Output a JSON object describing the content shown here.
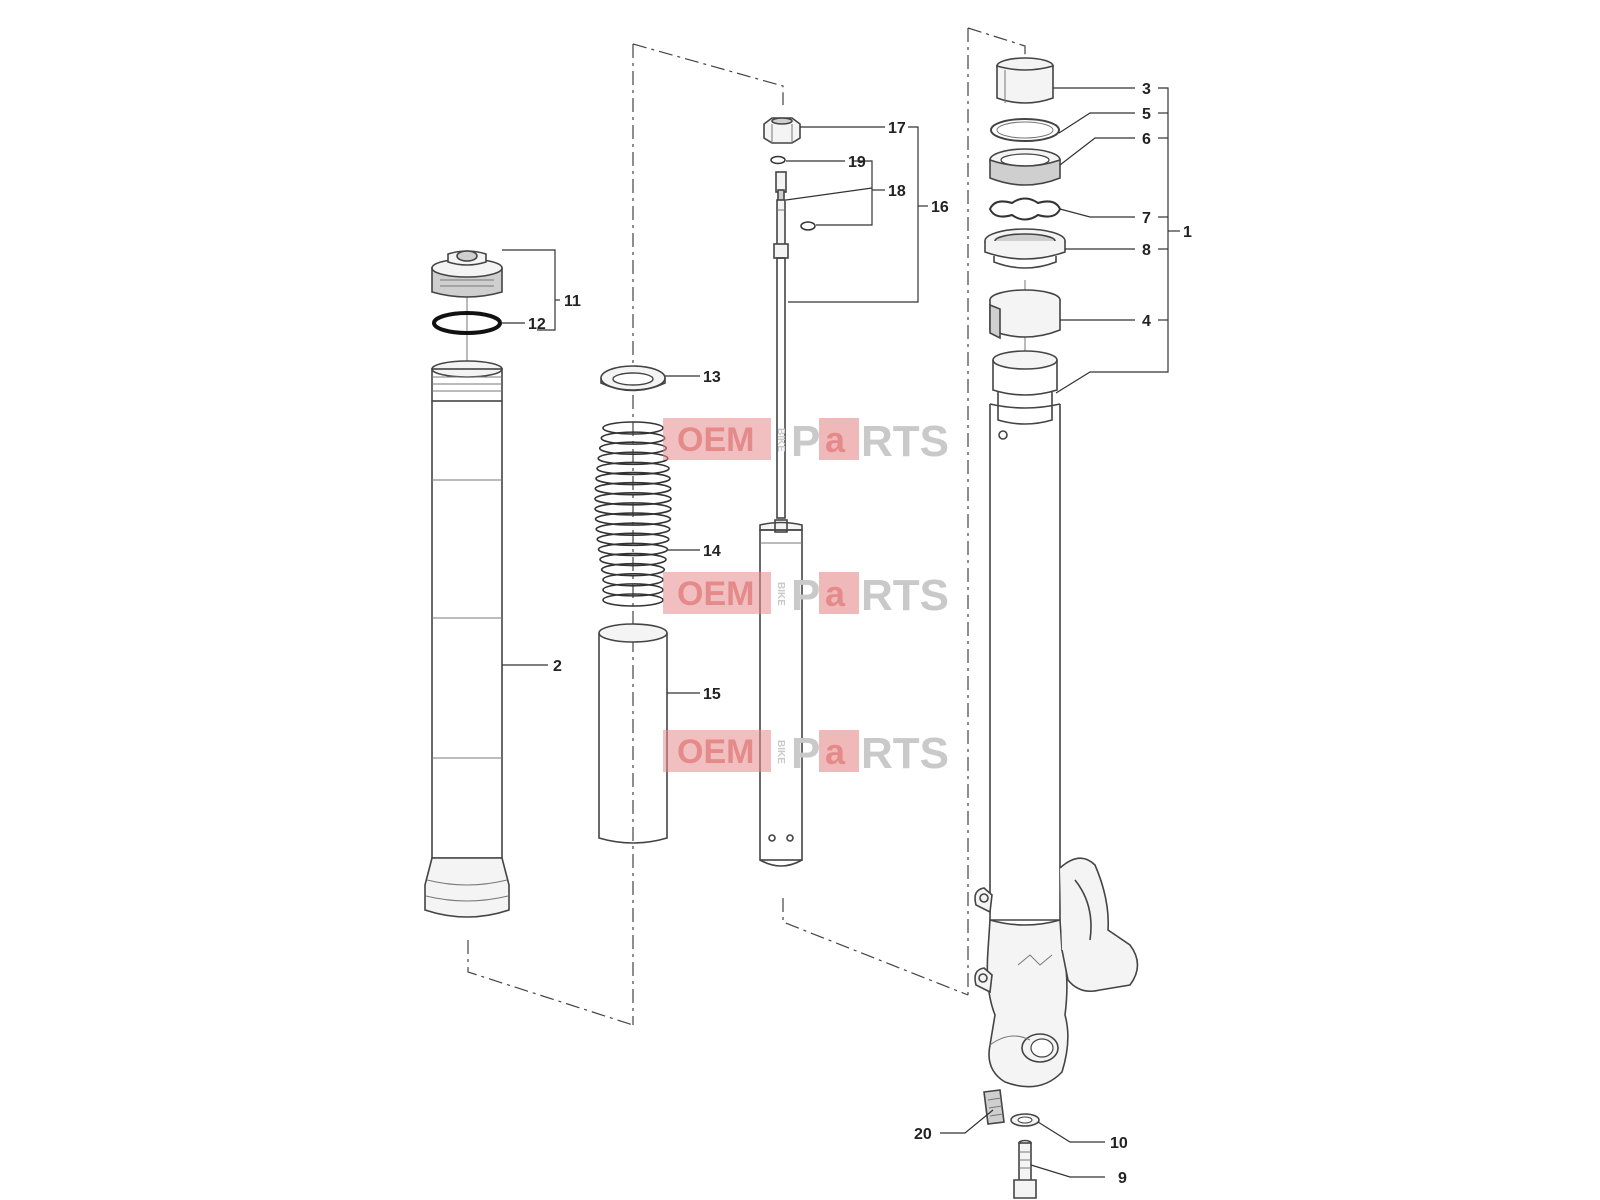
{
  "callouts": {
    "c1": "1",
    "c2": "2",
    "c3": "3",
    "c4": "4",
    "c5": "5",
    "c6": "6",
    "c7": "7",
    "c8": "8",
    "c9": "9",
    "c10": "10",
    "c11": "11",
    "c12": "12",
    "c13": "13",
    "c14": "14",
    "c15": "15",
    "c16": "16",
    "c17": "17",
    "c18": "18",
    "c19": "19",
    "c20": "20"
  },
  "watermark": {
    "oem": "OEM",
    "bike": "BIKE",
    "p": "P",
    "a": "a",
    "rts": "RTS",
    "accent_color": "#e05555",
    "grey_color": "#c9c9c9"
  }
}
